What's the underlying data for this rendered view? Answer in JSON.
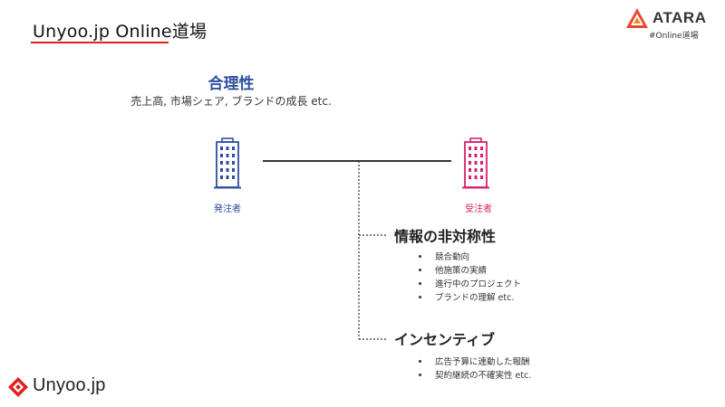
{
  "slide": {
    "title": "Unyoo.jp Online道場"
  },
  "brand_top": {
    "name": "ATARA",
    "tagline": "#Online道場"
  },
  "rationality": {
    "heading": "合理性",
    "description": "売上高, 市場シェア, ブランドの成長 etc."
  },
  "parties": {
    "orderer": "発注者",
    "contractor": "受注者"
  },
  "sections": [
    {
      "heading": "情報の非対称性",
      "items": [
        "競合動向",
        "他施策の実績",
        "進行中のプロジェクト",
        "ブランドの理解 etc."
      ]
    },
    {
      "heading": "インセンティブ",
      "items": [
        "広告予算に連動した報酬",
        "契約継続の不確実性 etc."
      ]
    }
  ],
  "brand_bottom": {
    "name": "Unyoo.jp"
  },
  "colors": {
    "accent_red": "#e1201b",
    "orderer_blue": "#2d4f9e",
    "contractor_pink": "#d6236b"
  }
}
